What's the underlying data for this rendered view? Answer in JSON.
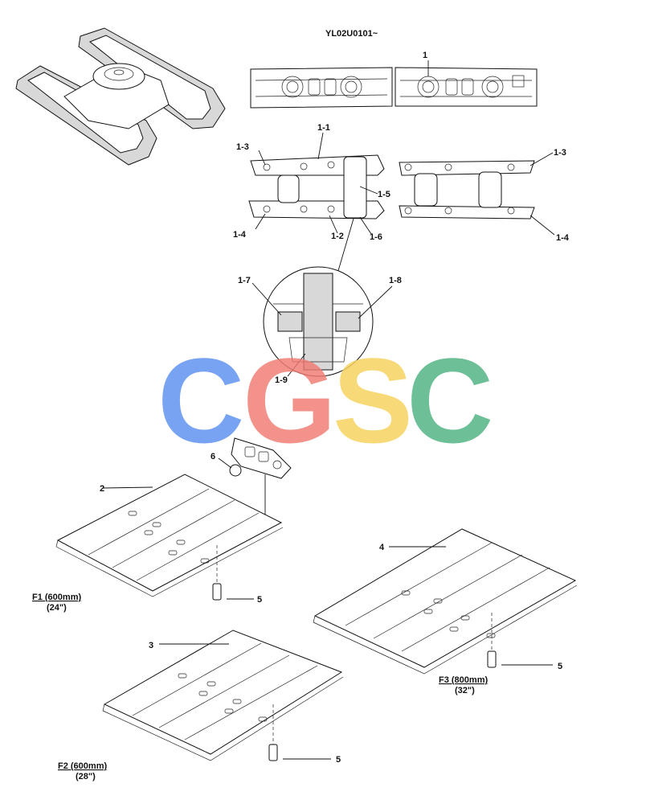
{
  "header": {
    "serial_range": "YL02U0101~"
  },
  "callouts": {
    "c1": "1",
    "c1_1": "1-1",
    "c1_2": "1-2",
    "c1_3_left": "1-3",
    "c1_3_right": "1-3",
    "c1_4_left": "1-4",
    "c1_4_right": "1-4",
    "c1_5": "1-5",
    "c1_6": "1-6",
    "c1_7": "1-7",
    "c1_8": "1-8",
    "c1_9": "1-9",
    "c2": "2",
    "c3": "3",
    "c4": "4",
    "c5_a": "5",
    "c5_b": "5",
    "c5_c": "5",
    "c6": "6"
  },
  "shoe_sizes": {
    "f1_label": "F1 (600mm)",
    "f1_inch": "(24\")",
    "f2_label": "F2 (600mm)",
    "f2_inch": "(28\")",
    "f3_label": "F3 (800mm)",
    "f3_inch": "(32\")"
  },
  "watermark": {
    "letters": [
      "C",
      "G",
      "S",
      "C"
    ],
    "colors": [
      "#5b8ff0",
      "#f07b72",
      "#f6d35a",
      "#4cb27f"
    ]
  }
}
